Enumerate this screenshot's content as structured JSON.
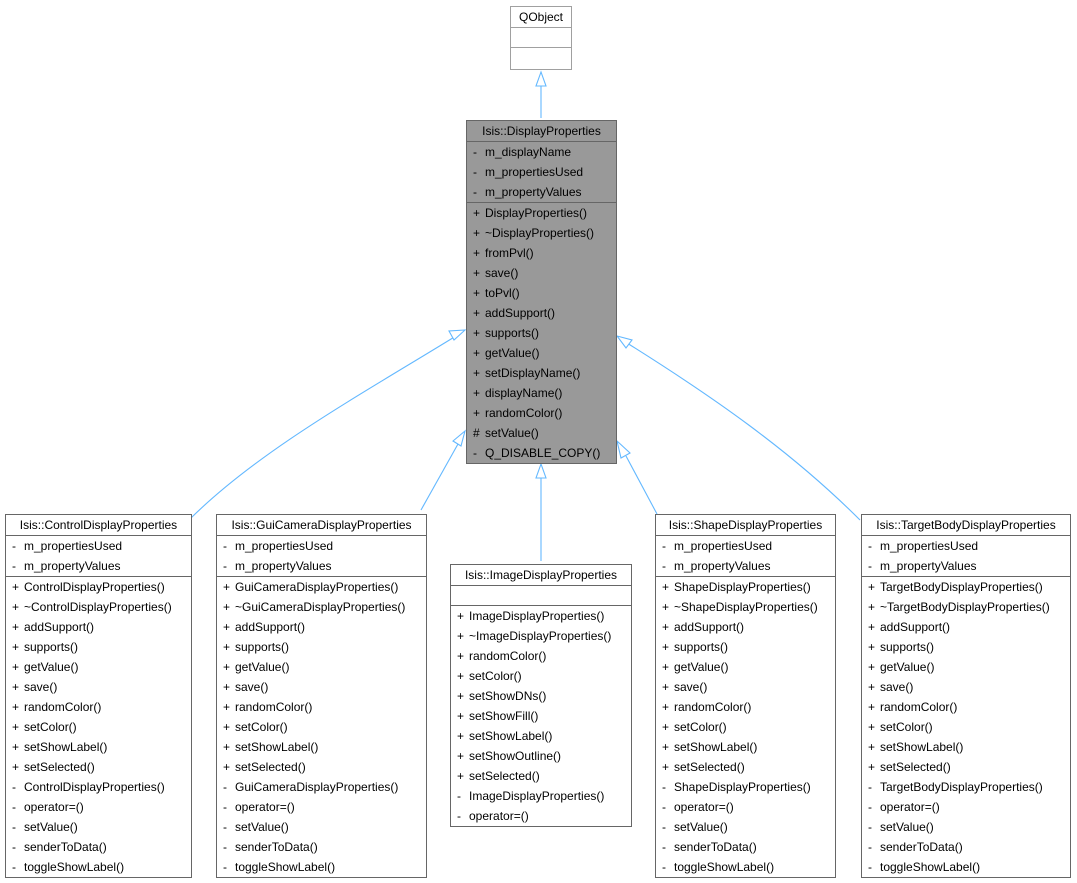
{
  "colors": {
    "edge": "#63b8ff",
    "focus_fill": "#999999",
    "border": "#666666"
  },
  "qobject": {
    "name": "QObject"
  },
  "display_properties": {
    "name": "Isis::DisplayProperties",
    "attributes": [
      {
        "vis": "-",
        "name": "m_displayName"
      },
      {
        "vis": "-",
        "name": "m_propertiesUsed"
      },
      {
        "vis": "-",
        "name": "m_propertyValues"
      }
    ],
    "methods": [
      {
        "vis": "+",
        "name": "DisplayProperties()"
      },
      {
        "vis": "+",
        "name": "~DisplayProperties()"
      },
      {
        "vis": "+",
        "name": "fromPvl()"
      },
      {
        "vis": "+",
        "name": "save()"
      },
      {
        "vis": "+",
        "name": "toPvl()"
      },
      {
        "vis": "+",
        "name": "addSupport()"
      },
      {
        "vis": "+",
        "name": "supports()"
      },
      {
        "vis": "+",
        "name": "getValue()"
      },
      {
        "vis": "+",
        "name": "setDisplayName()"
      },
      {
        "vis": "+",
        "name": "displayName()"
      },
      {
        "vis": "+",
        "name": "randomColor()"
      },
      {
        "vis": "#",
        "name": "setValue()"
      },
      {
        "vis": "-",
        "name": "Q_DISABLE_COPY()"
      }
    ]
  },
  "control": {
    "name": "Isis::ControlDisplayProperties",
    "attributes": [
      {
        "vis": "-",
        "name": "m_propertiesUsed"
      },
      {
        "vis": "-",
        "name": "m_propertyValues"
      }
    ],
    "methods": [
      {
        "vis": "+",
        "name": "ControlDisplayProperties()"
      },
      {
        "vis": "+",
        "name": "~ControlDisplayProperties()"
      },
      {
        "vis": "+",
        "name": "addSupport()"
      },
      {
        "vis": "+",
        "name": "supports()"
      },
      {
        "vis": "+",
        "name": "getValue()"
      },
      {
        "vis": "+",
        "name": "save()"
      },
      {
        "vis": "+",
        "name": "randomColor()"
      },
      {
        "vis": "+",
        "name": "setColor()"
      },
      {
        "vis": "+",
        "name": "setShowLabel()"
      },
      {
        "vis": "+",
        "name": "setSelected()"
      },
      {
        "vis": "-",
        "name": "ControlDisplayProperties()"
      },
      {
        "vis": "-",
        "name": "operator=()"
      },
      {
        "vis": "-",
        "name": "setValue()"
      },
      {
        "vis": "-",
        "name": "senderToData()"
      },
      {
        "vis": "-",
        "name": "toggleShowLabel()"
      }
    ]
  },
  "guicamera": {
    "name": "Isis::GuiCameraDisplayProperties",
    "attributes": [
      {
        "vis": "-",
        "name": "m_propertiesUsed"
      },
      {
        "vis": "-",
        "name": "m_propertyValues"
      }
    ],
    "methods": [
      {
        "vis": "+",
        "name": "GuiCameraDisplayProperties()"
      },
      {
        "vis": "+",
        "name": "~GuiCameraDisplayProperties()"
      },
      {
        "vis": "+",
        "name": "addSupport()"
      },
      {
        "vis": "+",
        "name": "supports()"
      },
      {
        "vis": "+",
        "name": "getValue()"
      },
      {
        "vis": "+",
        "name": "save()"
      },
      {
        "vis": "+",
        "name": "randomColor()"
      },
      {
        "vis": "+",
        "name": "setColor()"
      },
      {
        "vis": "+",
        "name": "setShowLabel()"
      },
      {
        "vis": "+",
        "name": "setSelected()"
      },
      {
        "vis": "-",
        "name": "GuiCameraDisplayProperties()"
      },
      {
        "vis": "-",
        "name": "operator=()"
      },
      {
        "vis": "-",
        "name": "setValue()"
      },
      {
        "vis": "-",
        "name": "senderToData()"
      },
      {
        "vis": "-",
        "name": "toggleShowLabel()"
      }
    ]
  },
  "image": {
    "name": "Isis::ImageDisplayProperties",
    "attributes": [],
    "methods": [
      {
        "vis": "+",
        "name": "ImageDisplayProperties()"
      },
      {
        "vis": "+",
        "name": "~ImageDisplayProperties()"
      },
      {
        "vis": "+",
        "name": "randomColor()"
      },
      {
        "vis": "+",
        "name": "setColor()"
      },
      {
        "vis": "+",
        "name": "setShowDNs()"
      },
      {
        "vis": "+",
        "name": "setShowFill()"
      },
      {
        "vis": "+",
        "name": "setShowLabel()"
      },
      {
        "vis": "+",
        "name": "setShowOutline()"
      },
      {
        "vis": "+",
        "name": "setSelected()"
      },
      {
        "vis": "-",
        "name": "ImageDisplayProperties()"
      },
      {
        "vis": "-",
        "name": "operator=()"
      }
    ]
  },
  "shape": {
    "name": "Isis::ShapeDisplayProperties",
    "attributes": [
      {
        "vis": "-",
        "name": "m_propertiesUsed"
      },
      {
        "vis": "-",
        "name": "m_propertyValues"
      }
    ],
    "methods": [
      {
        "vis": "+",
        "name": "ShapeDisplayProperties()"
      },
      {
        "vis": "+",
        "name": "~ShapeDisplayProperties()"
      },
      {
        "vis": "+",
        "name": "addSupport()"
      },
      {
        "vis": "+",
        "name": "supports()"
      },
      {
        "vis": "+",
        "name": "getValue()"
      },
      {
        "vis": "+",
        "name": "save()"
      },
      {
        "vis": "+",
        "name": "randomColor()"
      },
      {
        "vis": "+",
        "name": "setColor()"
      },
      {
        "vis": "+",
        "name": "setShowLabel()"
      },
      {
        "vis": "+",
        "name": "setSelected()"
      },
      {
        "vis": "-",
        "name": "ShapeDisplayProperties()"
      },
      {
        "vis": "-",
        "name": "operator=()"
      },
      {
        "vis": "-",
        "name": "setValue()"
      },
      {
        "vis": "-",
        "name": "senderToData()"
      },
      {
        "vis": "-",
        "name": "toggleShowLabel()"
      }
    ]
  },
  "targetbody": {
    "name": "Isis::TargetBodyDisplayProperties",
    "attributes": [
      {
        "vis": "-",
        "name": "m_propertiesUsed"
      },
      {
        "vis": "-",
        "name": "m_propertyValues"
      }
    ],
    "methods": [
      {
        "vis": "+",
        "name": "TargetBodyDisplayProperties()"
      },
      {
        "vis": "+",
        "name": "~TargetBodyDisplayProperties()"
      },
      {
        "vis": "+",
        "name": "addSupport()"
      },
      {
        "vis": "+",
        "name": "supports()"
      },
      {
        "vis": "+",
        "name": "getValue()"
      },
      {
        "vis": "+",
        "name": "save()"
      },
      {
        "vis": "+",
        "name": "randomColor()"
      },
      {
        "vis": "+",
        "name": "setColor()"
      },
      {
        "vis": "+",
        "name": "setShowLabel()"
      },
      {
        "vis": "+",
        "name": "setSelected()"
      },
      {
        "vis": "-",
        "name": "TargetBodyDisplayProperties()"
      },
      {
        "vis": "-",
        "name": "operator=()"
      },
      {
        "vis": "-",
        "name": "setValue()"
      },
      {
        "vis": "-",
        "name": "senderToData()"
      },
      {
        "vis": "-",
        "name": "toggleShowLabel()"
      }
    ]
  }
}
